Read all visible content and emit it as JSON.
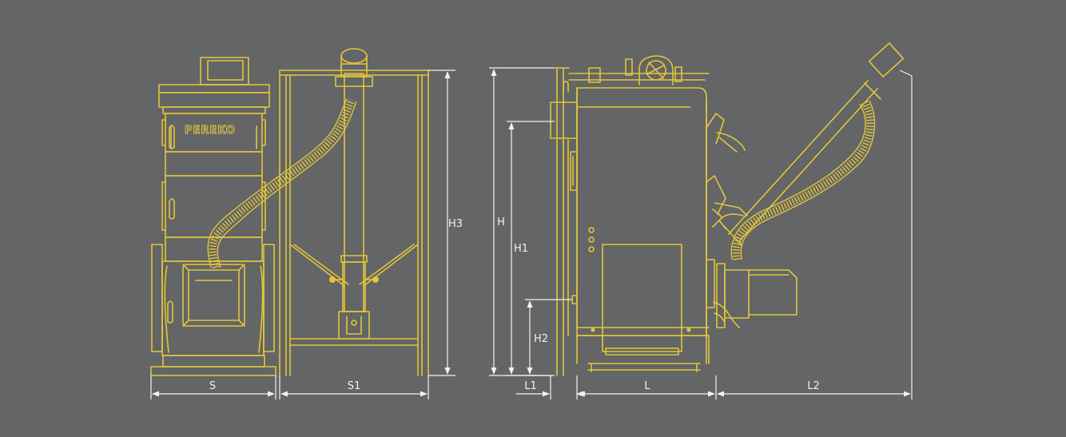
{
  "brand": {
    "logo_text": "PEREKO"
  },
  "dimensions": {
    "S": "S",
    "S1": "S1",
    "H3": "H3",
    "H": "H",
    "H1": "H1",
    "H2": "H2",
    "L1": "L1",
    "L": "L",
    "L2": "L2"
  },
  "colors": {
    "background": "#636566",
    "drawing_lines": "#e3c63a",
    "dimension_lines": "#f2f2f2"
  }
}
